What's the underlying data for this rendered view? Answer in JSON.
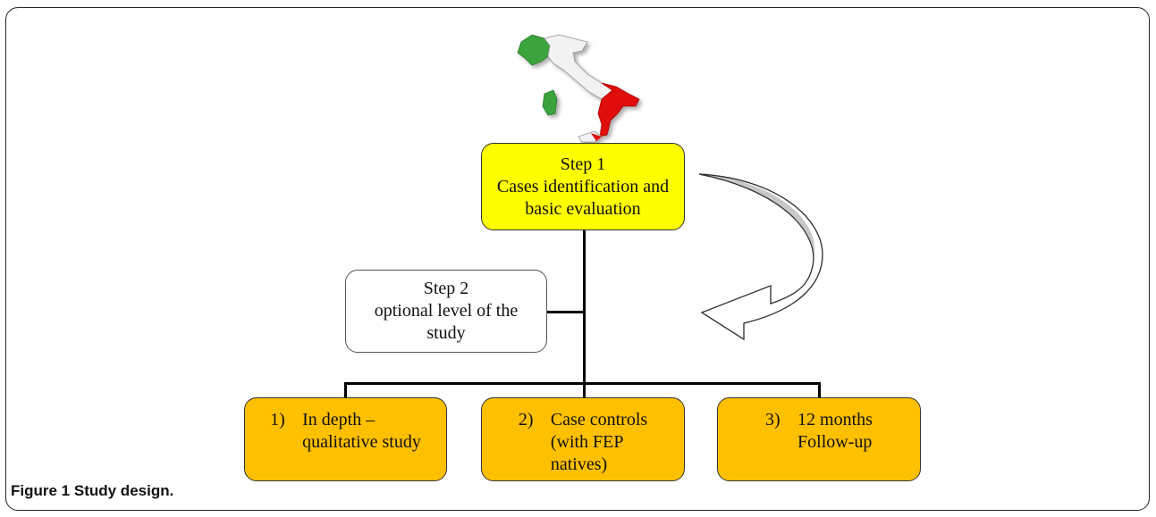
{
  "step1": {
    "lines": [
      "Step 1",
      "Cases identification and",
      "basic evaluation"
    ]
  },
  "step2": {
    "lines": [
      "Step 2",
      "optional level of the",
      "study"
    ]
  },
  "options": [
    {
      "num": "1)",
      "lines": [
        "In depth –",
        "qualitative study"
      ]
    },
    {
      "num": "2)",
      "lines": [
        "Case controls",
        "(with FEP",
        "natives)"
      ]
    },
    {
      "num": "3)",
      "lines": [
        "12 months",
        "Follow-up"
      ]
    }
  ],
  "caption": {
    "label": "Figure 1",
    "text": "Study design."
  },
  "colors": {
    "step1_fill": "#ffff00",
    "option_fill": "#ffc000",
    "map_green": "#3aa33a",
    "map_white": "#f2f2f2",
    "map_red": "#e01010",
    "arrow_fill": "#c8c8c8"
  },
  "icons": {
    "map": "italy-map-icon",
    "arrow": "curved-arrow-icon"
  }
}
